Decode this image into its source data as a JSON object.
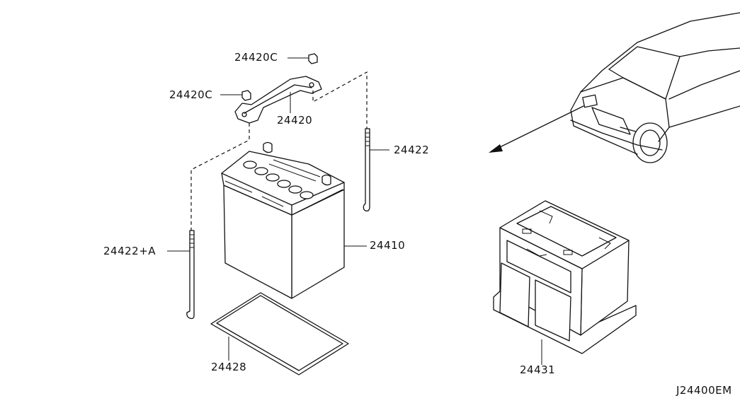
{
  "diagram_code": "J24400EM",
  "parts": [
    {
      "key": "nut_top",
      "number": "24420C",
      "name": "nut"
    },
    {
      "key": "nut_left",
      "number": "24420C",
      "name": "nut"
    },
    {
      "key": "frame",
      "number": "24420",
      "name": "battery hold-down frame"
    },
    {
      "key": "rod_right",
      "number": "24422",
      "name": "hold-down rod"
    },
    {
      "key": "rod_left",
      "number": "24422+A",
      "name": "hold-down rod"
    },
    {
      "key": "battery",
      "number": "24410",
      "name": "battery"
    },
    {
      "key": "tray",
      "number": "24428",
      "name": "battery tray"
    },
    {
      "key": "cover",
      "number": "24431",
      "name": "battery cover"
    }
  ],
  "colors": {
    "line": "#111111",
    "background": "#ffffff"
  }
}
